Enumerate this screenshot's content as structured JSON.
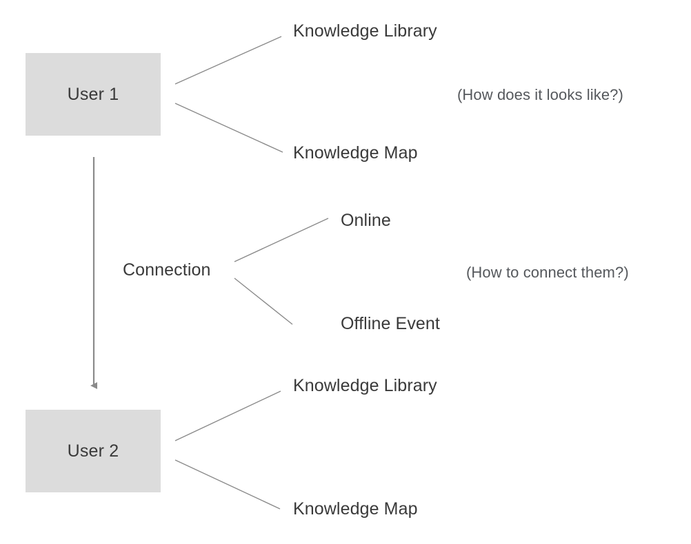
{
  "diagram": {
    "title_present": false,
    "background_color": "#ffffff",
    "box_fill_color": "#dcdcdc",
    "line_color": "#8a8a8a",
    "text_color": "#3a3a3a",
    "note_text_color": "#55585c",
    "nodes": {
      "user1": {
        "label": "User 1"
      },
      "user2": {
        "label": "User 2"
      },
      "connection": {
        "label": "Connection"
      }
    },
    "branches": {
      "user1": [
        {
          "label": "Knowledge Library"
        },
        {
          "label": "Knowledge Map"
        }
      ],
      "connection": [
        {
          "label": "Online"
        },
        {
          "label": "Offline Event"
        }
      ],
      "user2": [
        {
          "label": "Knowledge Library"
        },
        {
          "label": "Knowledge Map"
        }
      ]
    },
    "notes": [
      {
        "text": "(How does it looks like?)"
      },
      {
        "text": "(How to connect them?)"
      }
    ],
    "flow_arrow": {
      "from": "user1",
      "to": "user2",
      "direction": "down"
    }
  }
}
